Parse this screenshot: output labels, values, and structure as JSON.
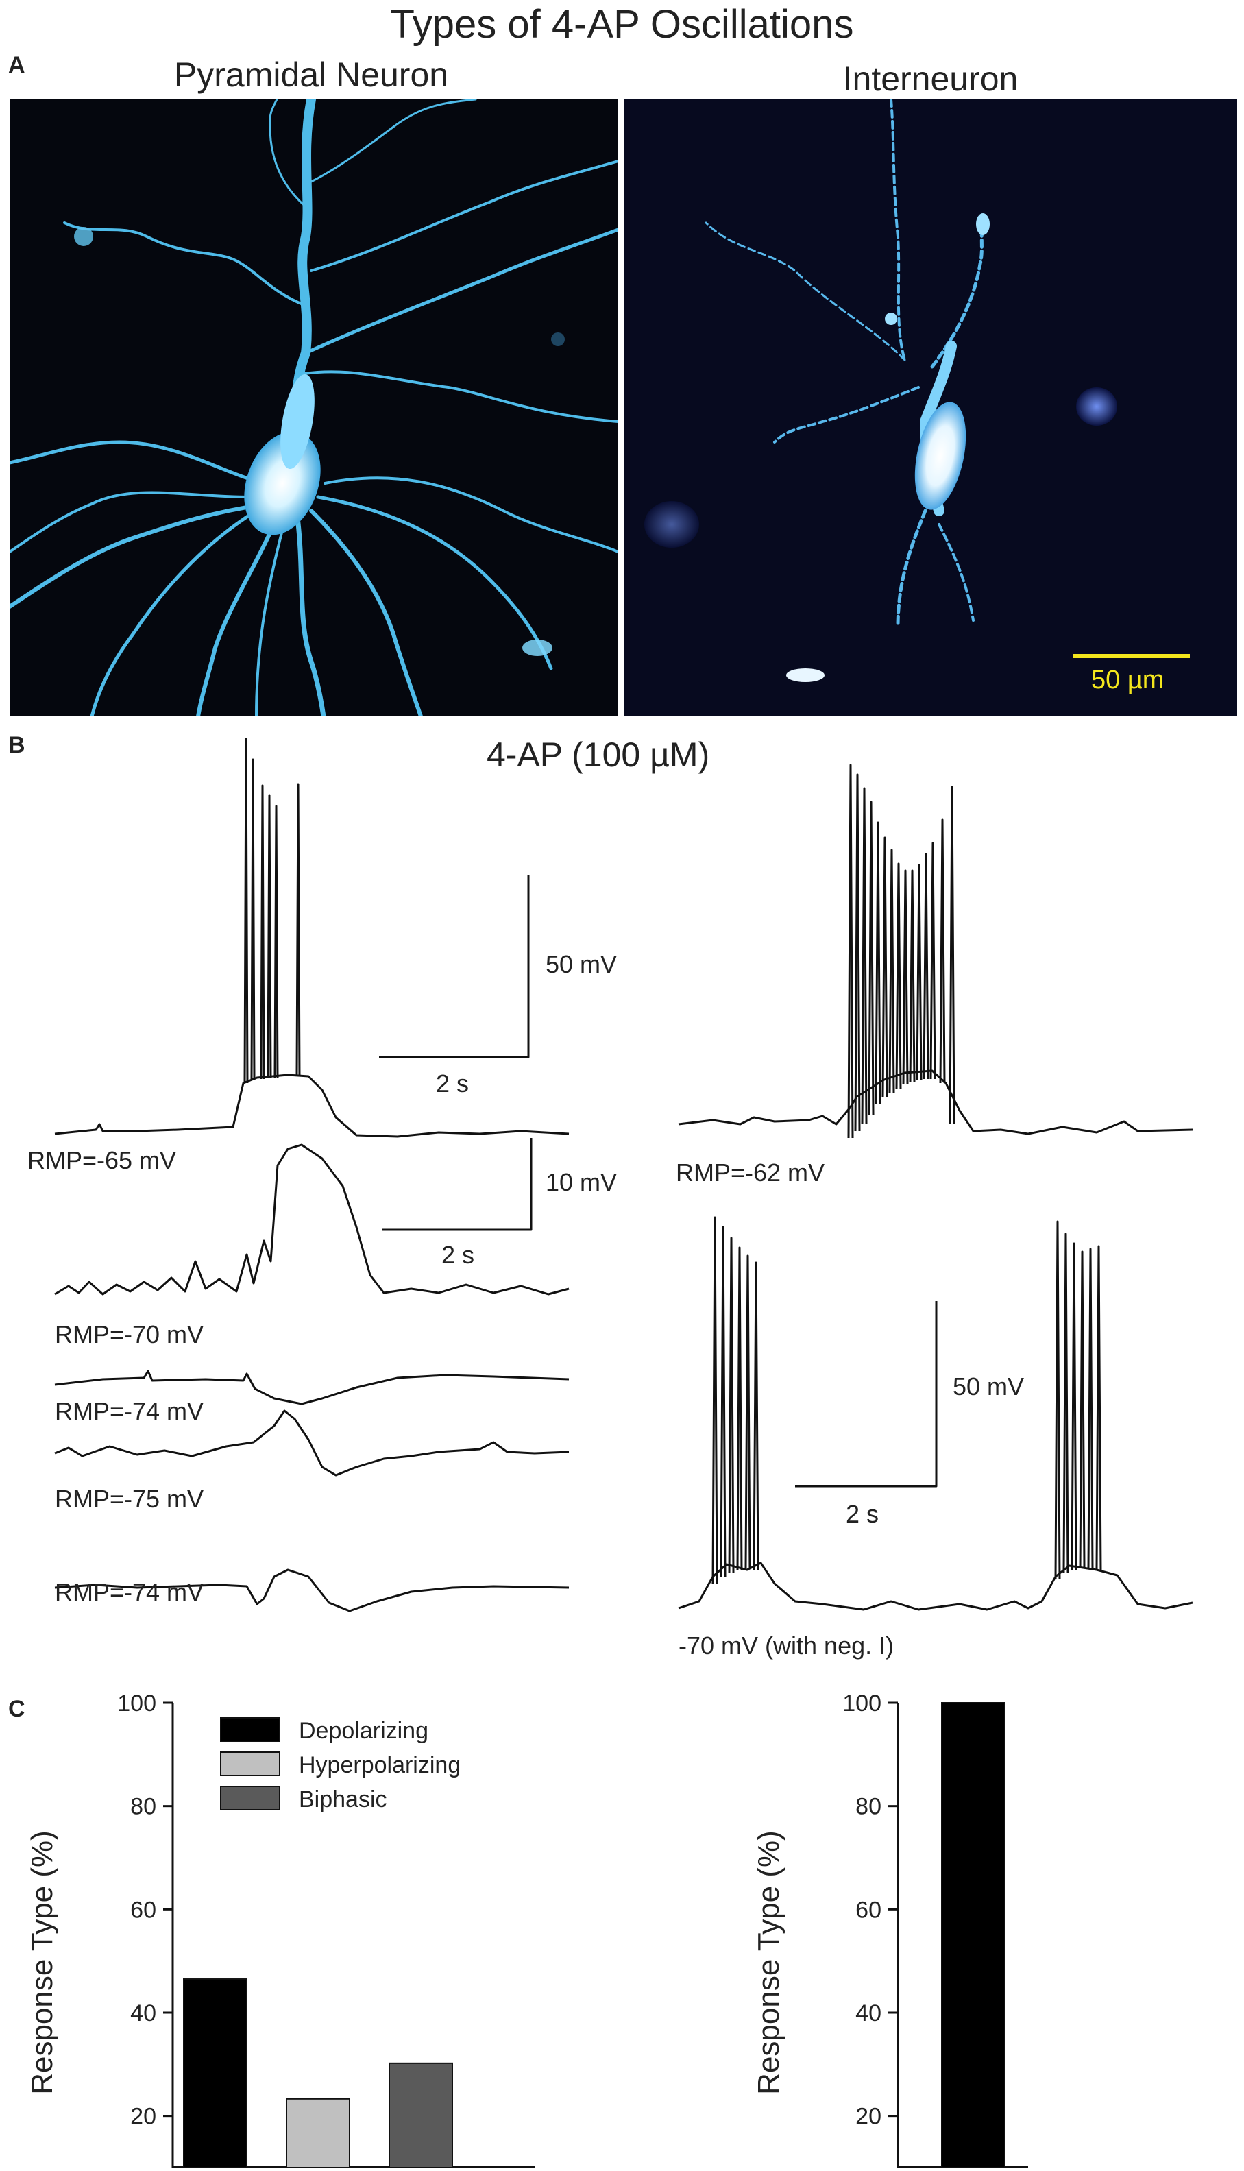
{
  "figure": {
    "title": "Types of 4-AP Oscillations"
  },
  "panel_a": {
    "letter": "A",
    "left_title": "Pyramidal Neuron",
    "right_title": "Interneuron",
    "scale_bar_label": "50 µm",
    "scale_bar_color": "#f3e61d",
    "cell_color": "#5cc8f2"
  },
  "panel_b": {
    "letter": "B",
    "title": "4-AP (100 µM)",
    "pyramidal": {
      "scale_top": {
        "voltage": "50 mV",
        "time": "2 s"
      },
      "scale_second": {
        "voltage": "10 mV",
        "time": "2 s"
      },
      "rmp_labels": [
        "RMP=-65 mV",
        "RMP=-70 mV",
        "RMP=-74 mV",
        "RMP=-75 mV",
        "RMP=-74 mV"
      ]
    },
    "interneuron": {
      "rmp_top": "RMP=-62 mV",
      "scale": {
        "voltage": "50 mV",
        "time": "2 s"
      },
      "bottom_label": "-70 mV (with neg. I)"
    }
  },
  "panel_c": {
    "letter": "C",
    "legend": [
      "Depolarizing",
      "Hyperpolarizing",
      "Biphasic"
    ]
  },
  "chart_data": [
    {
      "type": "bar",
      "title": "",
      "xlabel": "",
      "ylabel": "Response Type (%)",
      "ylim": [
        10,
        100
      ],
      "yticks": [
        20,
        40,
        60,
        80,
        100
      ],
      "categories": [
        "Depolarizing",
        "Hyperpolarizing",
        "Biphasic"
      ],
      "values": [
        46.5,
        23.3,
        30.2
      ],
      "colors": [
        "#000000",
        "#c0c0c0",
        "#5a5a5a"
      ],
      "legend_position": "top-left"
    },
    {
      "type": "bar",
      "title": "",
      "xlabel": "",
      "ylabel": "Response Type (%)",
      "ylim": [
        10,
        100
      ],
      "yticks": [
        20,
        40,
        60,
        80,
        100
      ],
      "categories": [
        "Depolarizing"
      ],
      "values": [
        100
      ],
      "colors": [
        "#000000"
      ]
    }
  ]
}
